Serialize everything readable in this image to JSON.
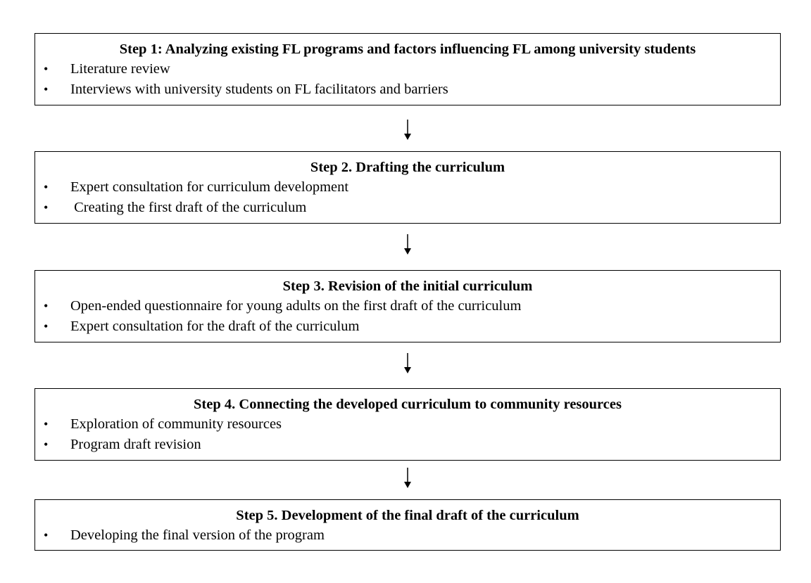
{
  "steps": [
    {
      "title": "Step 1: Analyzing existing FL programs and factors influencing FL among university students",
      "bullets": [
        "Literature review",
        "Interviews with university students on FL facilitators and barriers"
      ]
    },
    {
      "title": "Step 2. Drafting the curriculum",
      "bullets": [
        "Expert consultation for curriculum development",
        " Creating the first draft of the curriculum"
      ]
    },
    {
      "title": "Step 3. Revision of the initial curriculum",
      "bullets": [
        "Open-ended questionnaire for young adults on the first draft of the curriculum",
        "Expert consultation for the draft of the curriculum"
      ]
    },
    {
      "title": "Step 4. Connecting the developed curriculum to community resources",
      "bullets": [
        "Exploration of community resources",
        "Program draft revision"
      ]
    },
    {
      "title": "Step 5. Development of the final draft of the curriculum",
      "bullets": [
        "Developing the final version of the program"
      ]
    }
  ],
  "bullet_symbol": "•",
  "colors": {
    "border": "#000000",
    "text": "#000000",
    "background": "#ffffff"
  }
}
